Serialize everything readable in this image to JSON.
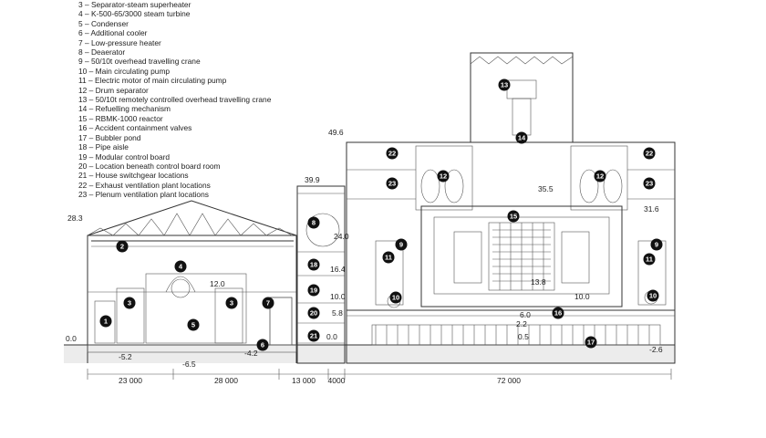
{
  "legend": [
    "3 – Separator-steam superheater",
    "4 – K-500-65/3000 steam turbine",
    "5 – Condenser",
    "6 – Additional cooler",
    "7 – Low-pressure heater",
    "8 – Deaerator",
    "9 – 50/10t overhead travelling crane",
    "10 – Main circulating pump",
    "11 – Electric motor of main circulating pump",
    "12 – Drum separator",
    "13 – 50/10t remotely controlled overhead travelling crane",
    "14 – Refuelling mechanism",
    "15 – RBMK-1000 reactor",
    "16 – Accident containment valves",
    "17 – Bubbler pond",
    "18 – Pipe aisle",
    "19 – Modular control board",
    "20 – Location beneath control board room",
    "21 – House switchgear locations",
    "22 – Exhaust ventilation plant locations",
    "23 – Plenum ventilation plant locations"
  ],
  "elevations": {
    "e49_6": "49.6",
    "e39_9": "39.9",
    "e35_5": "35.5",
    "e31_6": "31.6",
    "e28_3": "28.3",
    "e24_0": "24.0",
    "e16_4": "16.4",
    "e13_8": "13.8",
    "e12_0": "12.0",
    "e10_0a": "10.0",
    "e10_0b": "10.0",
    "e6_0": "6.0",
    "e5_8": "5.8",
    "e2_2": "2.2",
    "e0_5": "0.5",
    "e0_0a": "0.0",
    "e0_0b": "0.0",
    "em2_6": "-2.6",
    "em4_2": "-4.2",
    "em5_2": "-5.2",
    "em6_5": "-6.5"
  },
  "dimensions": [
    "23 000",
    "28 000",
    "13 000",
    "4000",
    "72 000"
  ],
  "markers": [
    "1",
    "2",
    "3",
    "3",
    "4",
    "5",
    "6",
    "7",
    "8",
    "9",
    "9",
    "10",
    "10",
    "11",
    "11",
    "12",
    "12",
    "13",
    "14",
    "15",
    "16",
    "17",
    "18",
    "19",
    "20",
    "21",
    "22",
    "22",
    "23",
    "23"
  ]
}
